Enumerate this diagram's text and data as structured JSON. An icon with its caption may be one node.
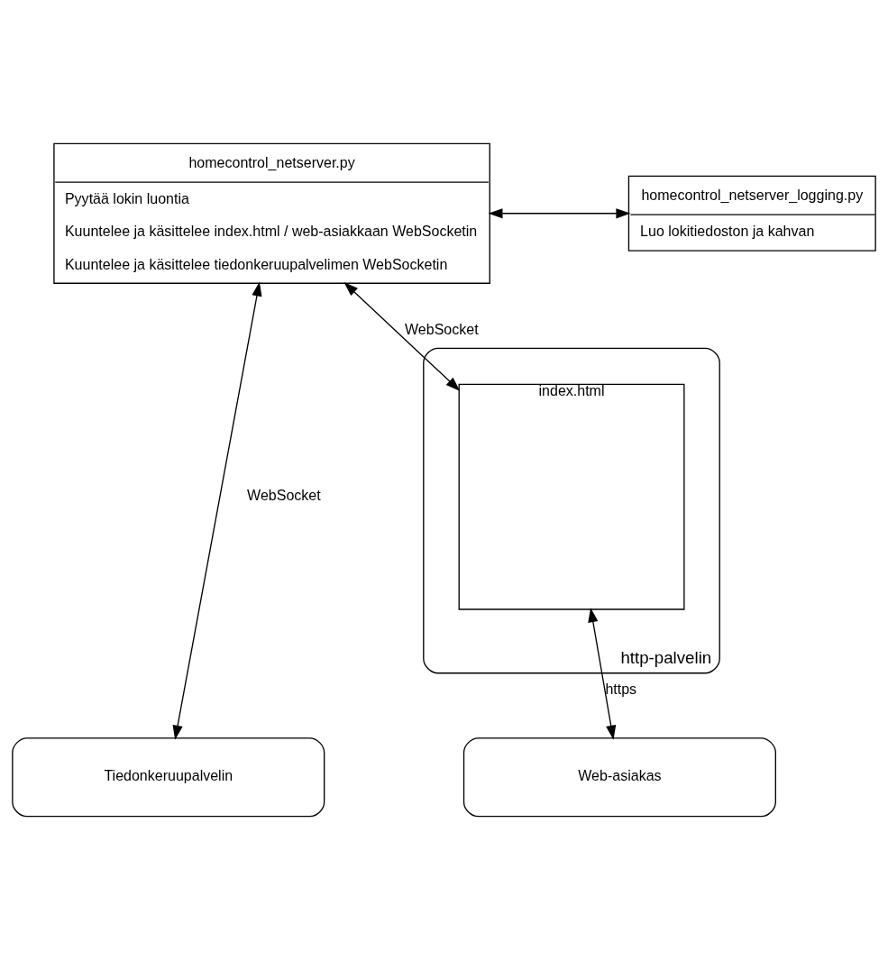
{
  "diagram": {
    "nodes": [
      {
        "text": [
          "homecontrol_netserver.py",
          "Pyytää lokin luontia",
          "Kuuntelee ja käsittelee index.html / web-asiakkaan WebSocketin",
          "Kuuntelee ja käsittelee tiedonkeruupalvelimen WebSocketin"
        ]
      },
      {
        "text": [
          "homecontrol_netserver_logging.py",
          "Luo lokitiedoston ja kahvan"
        ]
      },
      {
        "text": [
          "http-palvelin"
        ]
      },
      {
        "text": [
          "index.html"
        ],
        "in": 2
      },
      {
        "text": [
          "Tiedonkeruupalvelin"
        ]
      },
      {
        "text": [
          "Web-asiakas"
        ]
      }
    ],
    "edges": [
      {
        "from": 0,
        "to": 1,
        "arrow": "both"
      },
      {
        "from": 0,
        "to": 4,
        "arrow": "both",
        "label": "WebSocket"
      },
      {
        "from": 0,
        "to": 3,
        "arrow": "both",
        "label": "WebSocket"
      },
      {
        "from": 3,
        "to": 5,
        "arrow": "both",
        "label": "https"
      }
    ]
  }
}
